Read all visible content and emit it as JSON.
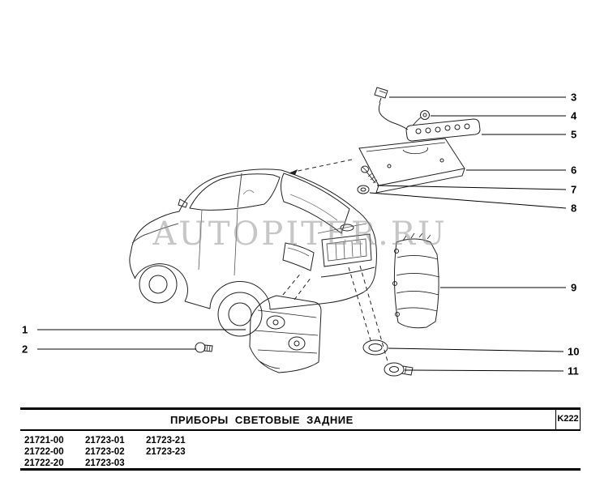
{
  "watermark": "AUTOPITER.RU",
  "callouts": [
    "1",
    "2",
    "3",
    "4",
    "5",
    "6",
    "7",
    "8",
    "9",
    "10",
    "11"
  ],
  "footer": {
    "title": "ПРИБОРЫ  СВЕТОВЫЕ  ЗАДНИЕ",
    "section_code": "K222",
    "part_numbers": {
      "col1": [
        "21721-00",
        "21722-00",
        "21722-20"
      ],
      "col2": [
        "21723-01",
        "21723-02",
        "21723-03"
      ],
      "col3": [
        "21723-21",
        "21723-23"
      ]
    }
  }
}
